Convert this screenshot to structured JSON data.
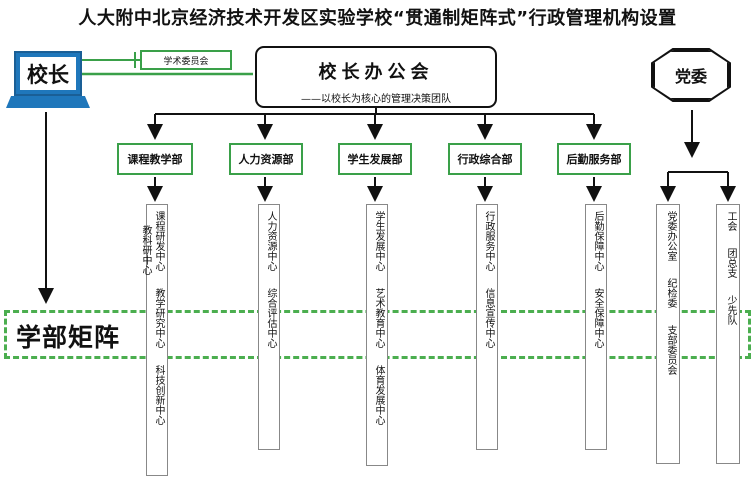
{
  "title": "人大附中北京经济技术开发区实验学校“贯通制矩阵式”行政管理机构设置",
  "principal": "校长",
  "academic_committee": "学术委员会",
  "office": {
    "title": "校长办公会",
    "subtitle": "——以校长为核心的管理决策团队"
  },
  "party_committee": "党委",
  "departments": [
    {
      "name": "课程教学部",
      "units": [
        "课程研发中心",
        "教学研究中心",
        "科技创新中心",
        "教科研中心"
      ]
    },
    {
      "name": "人力资源部",
      "units": [
        "人力资源中心",
        "综合评估中心"
      ]
    },
    {
      "name": "学生发展部",
      "units": [
        "学生发展中心",
        "艺术教育中心",
        "体育发展中心"
      ]
    },
    {
      "name": "行政综合部",
      "units": [
        "行政服务中心",
        "信息宣传中心"
      ]
    },
    {
      "name": "后勤服务部",
      "units": [
        "后勤保障中心",
        "安全保障中心"
      ]
    }
  ],
  "party_units": [
    {
      "units": [
        "党委办公室",
        "纪检委",
        "支部委员会"
      ]
    },
    {
      "units": [
        "工会",
        "团总支",
        "少先队"
      ]
    }
  ],
  "matrix_label": "学部矩阵",
  "colors": {
    "accent_green": "#3aa049",
    "matrix_green": "#4bae4f",
    "laptop_blue": "#1f77bb"
  }
}
